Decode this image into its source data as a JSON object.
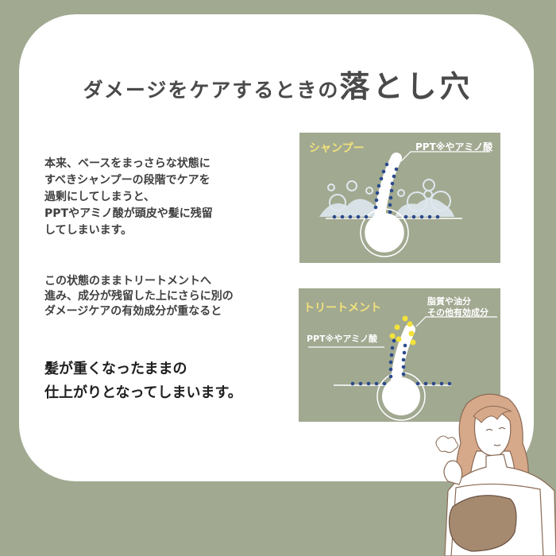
{
  "title": {
    "prefix": "ダメージをケアするときの",
    "emphasis": "落とし穴"
  },
  "paragraph1": "本来、ベースをまっさらな状態に\nすべきシャンプーの段階でケアを\n過剰にしてしまうと、\nPPTやアミノ酸が頭皮や髪に残留\nしてしまいます。",
  "paragraph2": "この状態のままトリートメントへ\n進み、成分が残留した上にさらに別の\nダメージケアの有効成分が重なると",
  "conclusion": "髪が重くなったままの\n仕上がりとなってしまいます。",
  "shampoo_diagram": {
    "heading": "シャンプー",
    "label": "PPT※やアミノ酸",
    "heading_color": "#f2e27a"
  },
  "treatment_diagram": {
    "heading": "トリートメント",
    "label_top_1": "脂質や油分",
    "label_top_2": "その他有効成分",
    "label_left": "PPT※やアミノ酸",
    "heading_color": "#f2e27a"
  },
  "colors": {
    "background": "#a1a991",
    "dot_blue": "#2b4a8c",
    "dot_yellow": "#f2e23a",
    "bubble": "#dfe8ef"
  }
}
